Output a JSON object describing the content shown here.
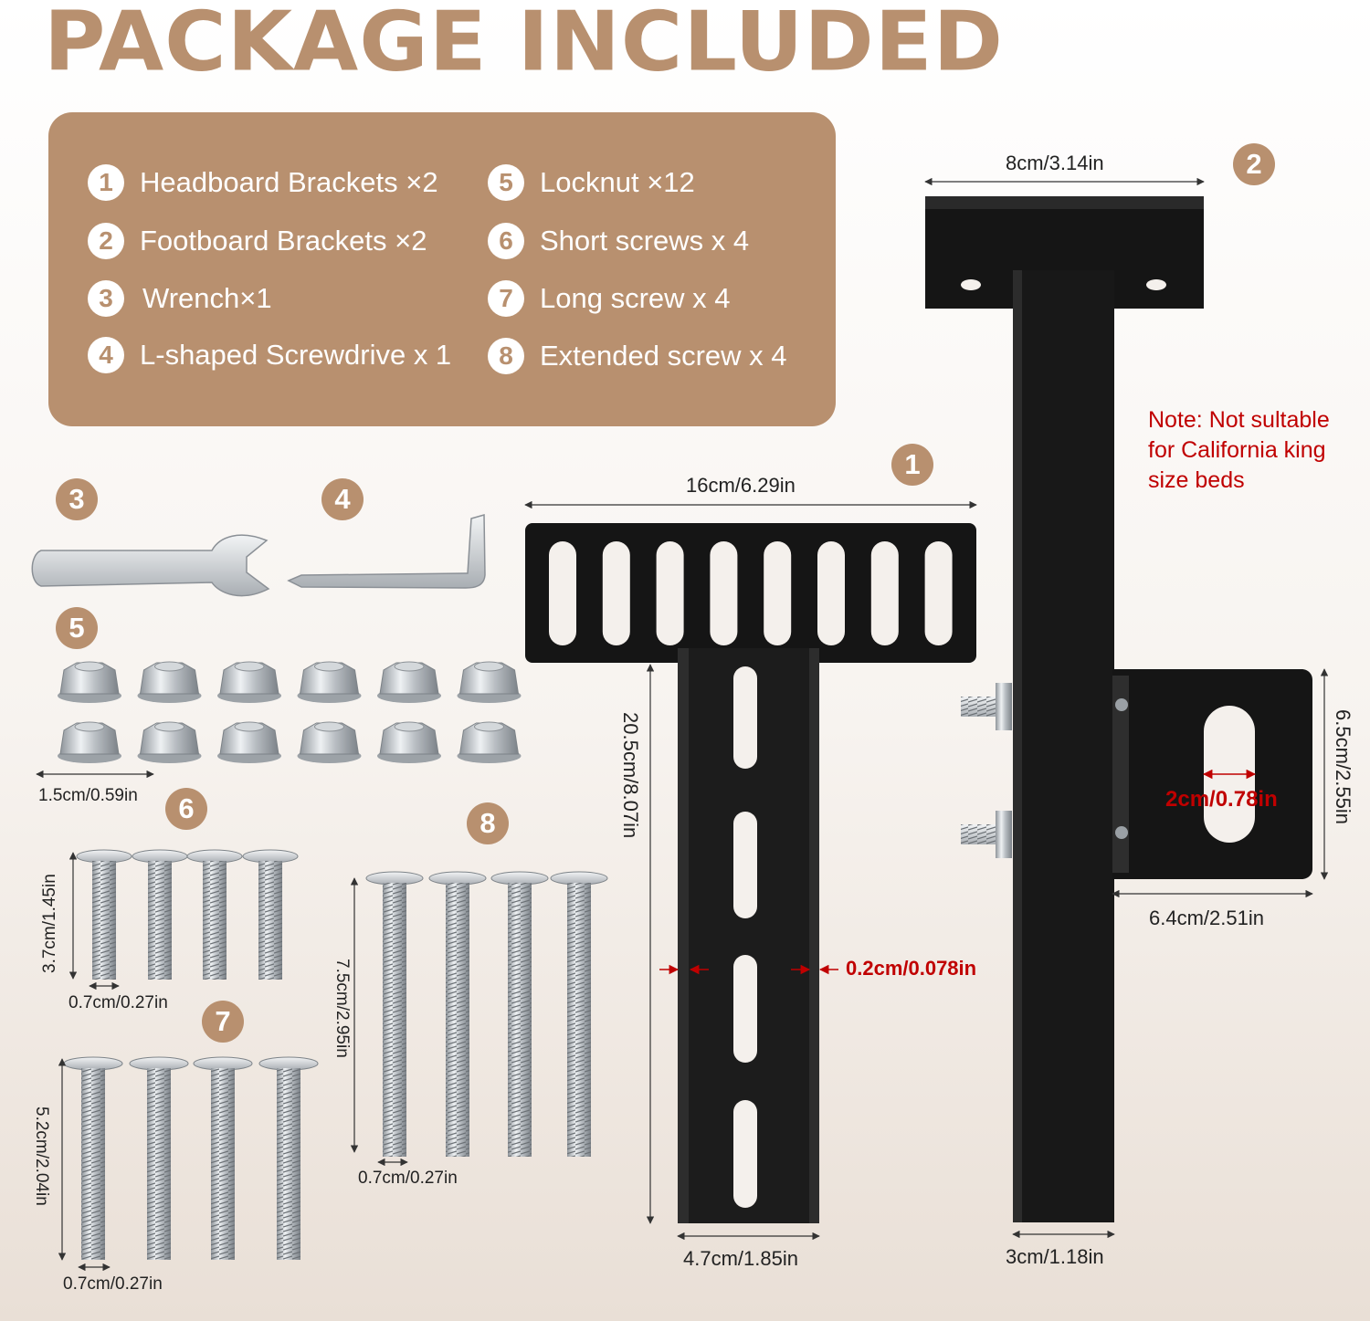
{
  "title": "PACKAGE INCLUDED",
  "list": {
    "items": [
      {
        "num": "1",
        "label": "Headboard Brackets ×2"
      },
      {
        "num": "2",
        "label": "Footboard Brackets ×2"
      },
      {
        "num": "3",
        "label": "Wrench×1"
      },
      {
        "num": "4",
        "label": "L-shaped Screwdrive x 1"
      },
      {
        "num": "5",
        "label": "Locknut ×12"
      },
      {
        "num": "6",
        "label": "Short screws x 4"
      },
      {
        "num": "7",
        "label": "Long screw x 4"
      },
      {
        "num": "8",
        "label": "Extended screw x 4"
      }
    ]
  },
  "badges": {
    "b1": "1",
    "b2": "2",
    "b3": "3",
    "b4": "4",
    "b5": "5",
    "b6": "6",
    "b7": "7",
    "b8": "8"
  },
  "dims": {
    "locknut_width": "1.5cm/0.59in",
    "short_screw_length": "3.7cm/1.45in",
    "short_screw_width": "0.7cm/0.27in",
    "long_screw_length": "5.2cm/2.04in",
    "long_screw_width": "0.7cm/0.27in",
    "extended_screw_length": "7.5cm/2.95in",
    "extended_screw_width": "0.7cm/0.27in",
    "headboard_width": "16cm/6.29in",
    "headboard_height": "20.5cm/8.07in",
    "headboard_leg_width": "4.7cm/1.85in",
    "thickness": "0.2cm/0.078in",
    "footboard_top_width": "8cm/3.14in",
    "footboard_plate_height": "6.5cm/2.55in",
    "footboard_plate_width": "6.4cm/2.51in",
    "footboard_slot_width": "2cm/0.78in",
    "footboard_post_width": "3cm/1.18in"
  },
  "note": "Note: Not sultable\nfor California king\nsize beds",
  "colors": {
    "accent": "#b8906f",
    "note": "#c00000",
    "metal": "#1a1a1a"
  }
}
